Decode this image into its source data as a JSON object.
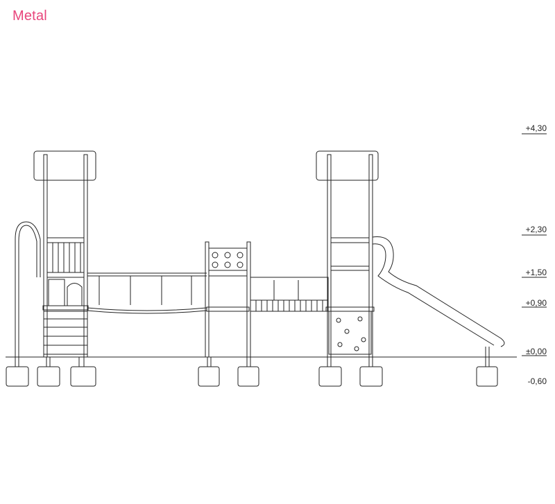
{
  "title": "Metal",
  "colors": {
    "title": "#e8467c",
    "line": "#222222"
  },
  "levels": [
    "+4,30",
    "+2,30",
    "+1,50",
    "+0,90",
    "±0,00",
    "-0,60"
  ]
}
